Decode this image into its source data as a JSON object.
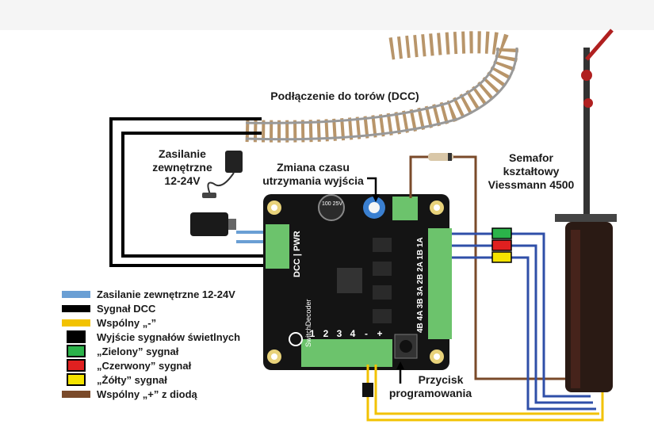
{
  "labels": {
    "track": "Podłączenie do torów (DCC)",
    "power_line1": "Zasilanie",
    "power_line2": "zewnętrzne",
    "power_line3": "12-24V",
    "timing_line1": "Zmiana czasu",
    "timing_line2": "utrzymania wyjścia",
    "semaphore_line1": "Semafor",
    "semaphore_line2": "kształtowy",
    "semaphore_line3": "Viessmann 4500",
    "button_line1": "Przycisk",
    "button_line2": "programowania"
  },
  "board": {
    "label_dcc_pwr": "DCC | PWR",
    "outputs_right": "4B 4A 3B 3A 2B 2A 1B 1A",
    "terminals_bottom": [
      "1",
      "2",
      "3",
      "4",
      "-",
      "+"
    ],
    "brand": "SwitchDecoder",
    "capacitor": "100 25V"
  },
  "legend": [
    {
      "text": "Zasilanie zewnętrzne 12-24V",
      "color": "#6a9fd4",
      "kind": "line"
    },
    {
      "text": "Sygnał DCC",
      "color": "#000000",
      "kind": "line"
    },
    {
      "text": "Wspólny „-”",
      "color": "#f2c200",
      "kind": "line"
    },
    {
      "text": "Wyjście sygnałów świetlnych",
      "color": "#000000",
      "kind": "box"
    },
    {
      "text": "„Zielony” sygnał",
      "color": "#2bb34a",
      "kind": "box"
    },
    {
      "text": "„Czerwony” sygnał",
      "color": "#e02020",
      "kind": "box"
    },
    {
      "text": "„Żółty” sygnał",
      "color": "#f5e400",
      "kind": "box"
    },
    {
      "text": "Wspólny „+” z diodą",
      "color": "#7a4a2a",
      "kind": "line"
    }
  ],
  "colors": {
    "power": "#6a9fd4",
    "dcc": "#000000",
    "common_minus": "#f2c200",
    "signal_wire": "#2f4fa8",
    "common_plus": "#7a4a2a",
    "board": "#141414",
    "terminal": "#6cc36c"
  }
}
